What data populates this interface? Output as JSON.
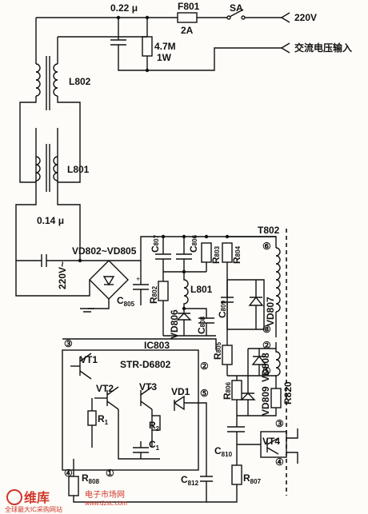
{
  "labels": {
    "cap_input": "0.22 μ",
    "fuse": "F801",
    "fuse_rating": "2A",
    "switch": "SA",
    "mains": "220V",
    "resistor_value": "4.7M",
    "resistor_power": "1W",
    "ac_input": "交流电压输入",
    "choke_upper": "L802",
    "choke_lower": "L801",
    "cap_bottom": "0.14 μ",
    "bridge": "VD802~VD805",
    "bridge_in": "220V~",
    "c805": "C",
    "c805_sub": "805",
    "c807": "C",
    "c807_sub": "807",
    "c806": "C",
    "c806_sub": "806",
    "r803": "R",
    "r803_sub": "803",
    "r804": "R",
    "r804_sub": "804",
    "t802": "T802",
    "pin6": "⑥",
    "r802": "R",
    "r802_sub": "802",
    "l801b": "L801",
    "c809": "C",
    "c809_sub": "809",
    "vd807": "VD807",
    "vd806": "VD806",
    "c808": "C",
    "c808_sub": "808",
    "pin8": "⑧",
    "pin3a": "③",
    "ic": "IC803",
    "pin2a": "②",
    "vt1": "VT1",
    "ic_name": "STR-D6802",
    "pin2b": "②",
    "r805": "R",
    "r805_sub": "805",
    "vd808": "VD808",
    "pin1a": "①",
    "vt2": "VT2",
    "vt3": "VT3",
    "vd1": "VD1",
    "pin5": "⑤",
    "r806": "R",
    "r806_sub": "806",
    "vd809": "VD809",
    "r820": "R820",
    "r1": "R",
    "r1_sub": "1",
    "r2": "R",
    "r2_sub": "2",
    "c1": "C",
    "c1_sub": "1",
    "pin3b": "③",
    "vt4": "VT4",
    "c810": "C",
    "c810_sub": "810",
    "pin4a": "④",
    "pin4b": "④",
    "r808": "R",
    "r808_sub": "808",
    "pin1b": "①",
    "c812": "C",
    "c812_sub": "812",
    "r807": "R",
    "r807_sub": "807"
  },
  "watermark": {
    "brand": "维库",
    "site": "电子市场网",
    "url": "www.dzsc.com",
    "slogan": "全球最大IC采购网站"
  }
}
